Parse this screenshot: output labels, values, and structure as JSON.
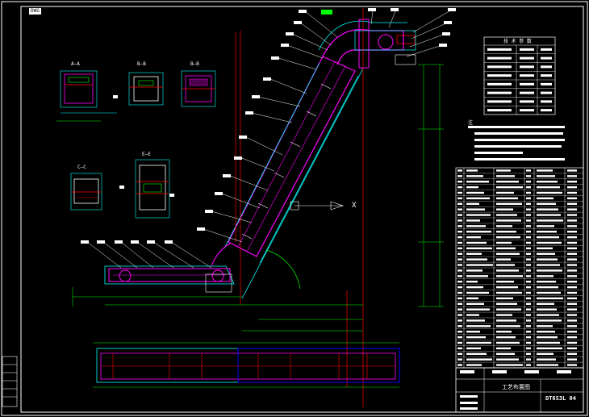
{
  "colors": {
    "background": "#000000",
    "frame": "#ffffff",
    "conveyor": "#ff00ff",
    "outline": "#00ffff",
    "geometry": "#00ff00",
    "section": "#ff0000",
    "hidden": "#0000ff",
    "leader": "#ffffff",
    "dimension": "#00ff00",
    "table_text": "#ffffff"
  },
  "drawing": {
    "corner_tag": "DWG",
    "centerline_marker": "X",
    "section_views": [
      "A—A",
      "B—B",
      "B—B",
      "C—C",
      "E—E"
    ],
    "parameter_table": {
      "title": "技 术 参 数",
      "rows": 8
    },
    "notes_title": "注",
    "parts_list_rows": 36,
    "title_block": {
      "name": "工艺布置图",
      "drawing_number": "DT6S3L 04"
    }
  }
}
